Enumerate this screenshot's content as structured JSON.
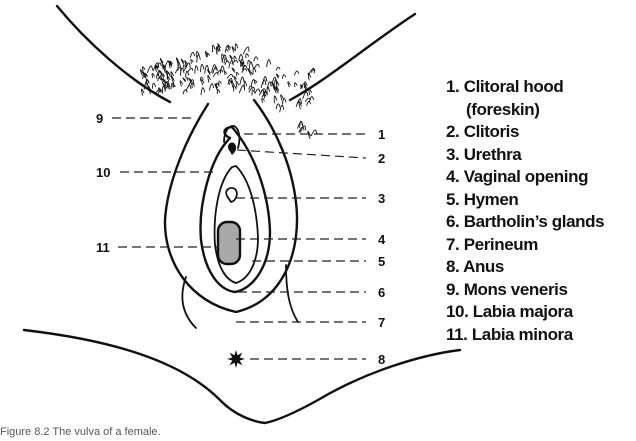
{
  "diagram": {
    "callouts": {
      "c1": "1",
      "c2": "2",
      "c3": "3",
      "c4": "4",
      "c5": "5",
      "c6": "6",
      "c7": "7",
      "c8": "8",
      "c9": "9",
      "c10": "10",
      "c11": "11"
    },
    "legend": [
      "1. Clitoral hood",
      "(foreskin)",
      "2. Clitoris",
      "3. Urethra",
      "4. Vaginal opening",
      "5. Hymen",
      "6. Bartholin’s glands",
      "7. Perineum",
      "8. Anus",
      "9. Mons veneris",
      "10. Labia majora",
      "11. Labia minora"
    ],
    "caption_cut": "Figure 8.2 The vulva of a female."
  },
  "colors": {
    "ink": "#111111",
    "vaginal_opening_fill": "#a9a9a9",
    "background": "#ffffff"
  }
}
